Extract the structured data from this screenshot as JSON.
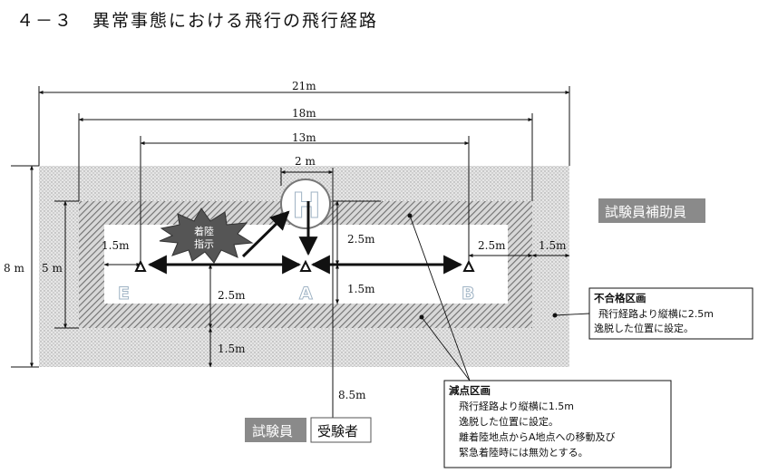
{
  "title": "４－３　異常事態における飛行の飛行経路",
  "dimensions": {
    "d21": "21m",
    "d18": "18m",
    "d13": "13m",
    "d2": "2 m",
    "d8": "8 m",
    "d5": "5 m",
    "left_1_5": "1.5m",
    "right_2_5": "2.5m",
    "right_1_5": "1.5m",
    "top_2_5": "2.5m",
    "mid_1_5": "1.5m",
    "bottom_2_5": "2.5m",
    "bottom_1_5": "1.5m",
    "d8_5": "8.5m"
  },
  "points": {
    "E": "E",
    "A": "A",
    "B": "B"
  },
  "helipad": "H",
  "landing_instruction": [
    "着陸",
    "指示"
  ],
  "labels": {
    "examiner_assistant": "試験員補助員",
    "examiner": "試験員",
    "examinee": "受験者"
  },
  "fail_zone": {
    "title": "不合格区画",
    "lines": [
      "飛行経路より縦横に2.5m",
      "逸脱した位置に設定。"
    ]
  },
  "deduction_zone": {
    "title": "減点区画",
    "lines": [
      "飛行経路より縦横に1.5m",
      "逸脱した位置に設定。",
      "離着陸地点からA地点への移動及び",
      "緊急着陸時には無効とする。"
    ]
  }
}
